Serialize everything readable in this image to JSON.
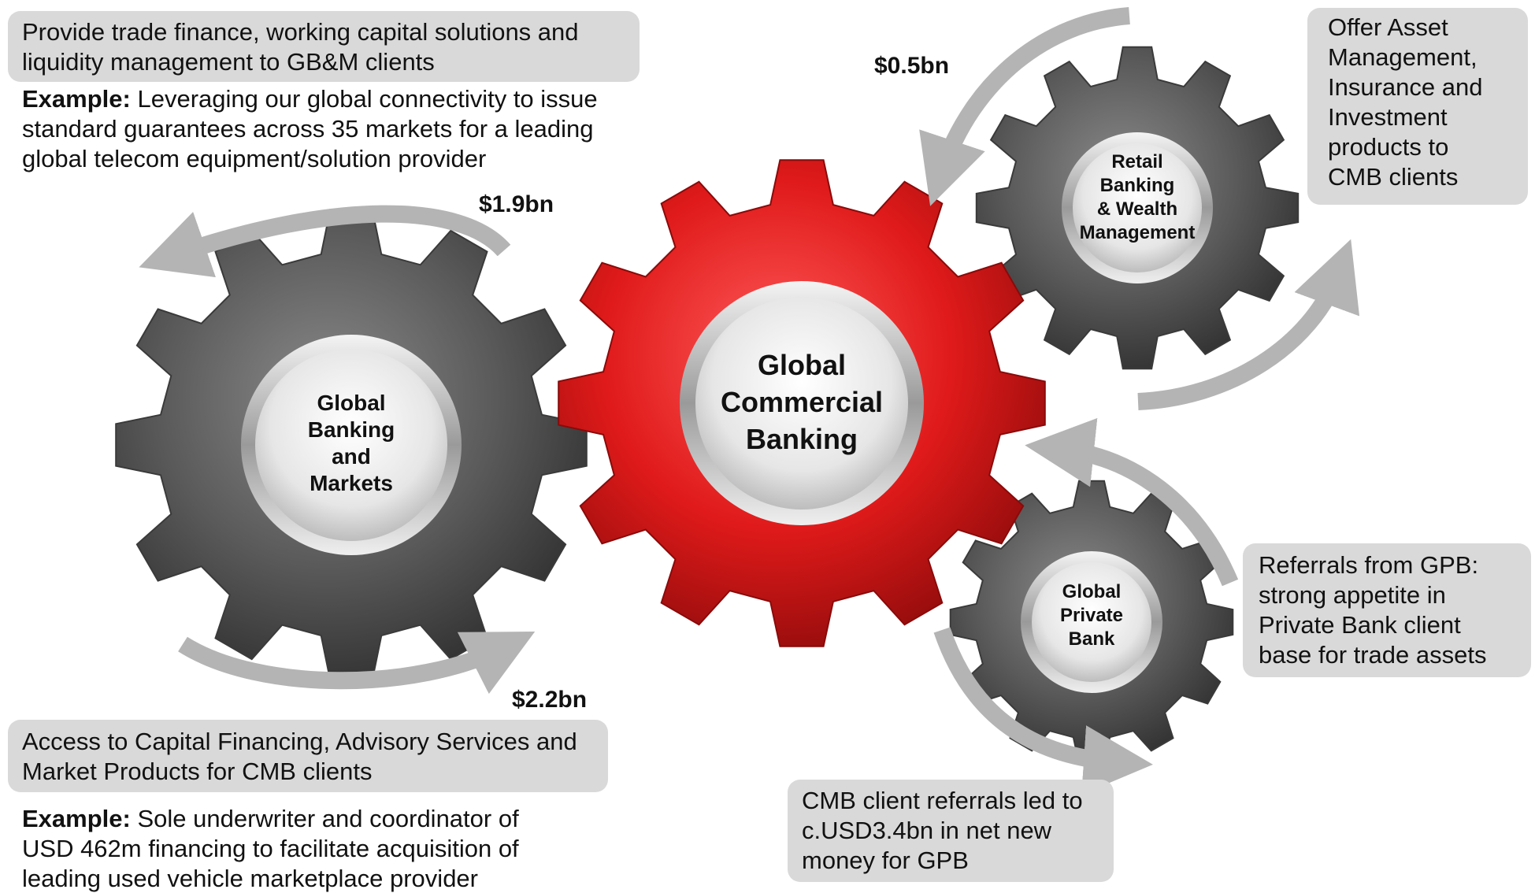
{
  "gears": {
    "center": "Global\nCommercial\nBanking",
    "gbm": "Global\nBanking\nand\nMarkets",
    "rbwm": "Retail\nBanking\n& Wealth\nManagement",
    "gpb": "Global\nPrivate\nBank"
  },
  "amounts": {
    "gbm_top": "$1.9bn",
    "gbm_bottom": "$2.2bn",
    "rbwm": "$0.5bn"
  },
  "boxes": {
    "top_left": "Provide trade finance, working capital solutions and liquidity management to GB&M clients",
    "bottom_left": "Access to Capital Financing, Advisory Services and Market Products for CMB clients",
    "top_right": "Offer Asset Management, Insurance and Investment products to CMB clients",
    "mid_right": "Referrals from GPB: strong appetite in Private Bank client base for trade assets",
    "bottom_mid": "CMB client referrals led to c.USD3.4bn in net new money for GPB"
  },
  "examples": {
    "label": "Example:",
    "top": "Leveraging our global connectivity to issue standard guarantees across 35 markets for a leading global telecom equipment/solution provider",
    "bottom": "Sole underwriter and coordinator of USD 462m financing to facilitate acquisition of leading used vehicle marketplace provider"
  },
  "colors": {
    "center_gear": "#d81414",
    "side_gear": "#505050",
    "arrow": "#b4b4b4",
    "box": "#d9d9d9"
  }
}
